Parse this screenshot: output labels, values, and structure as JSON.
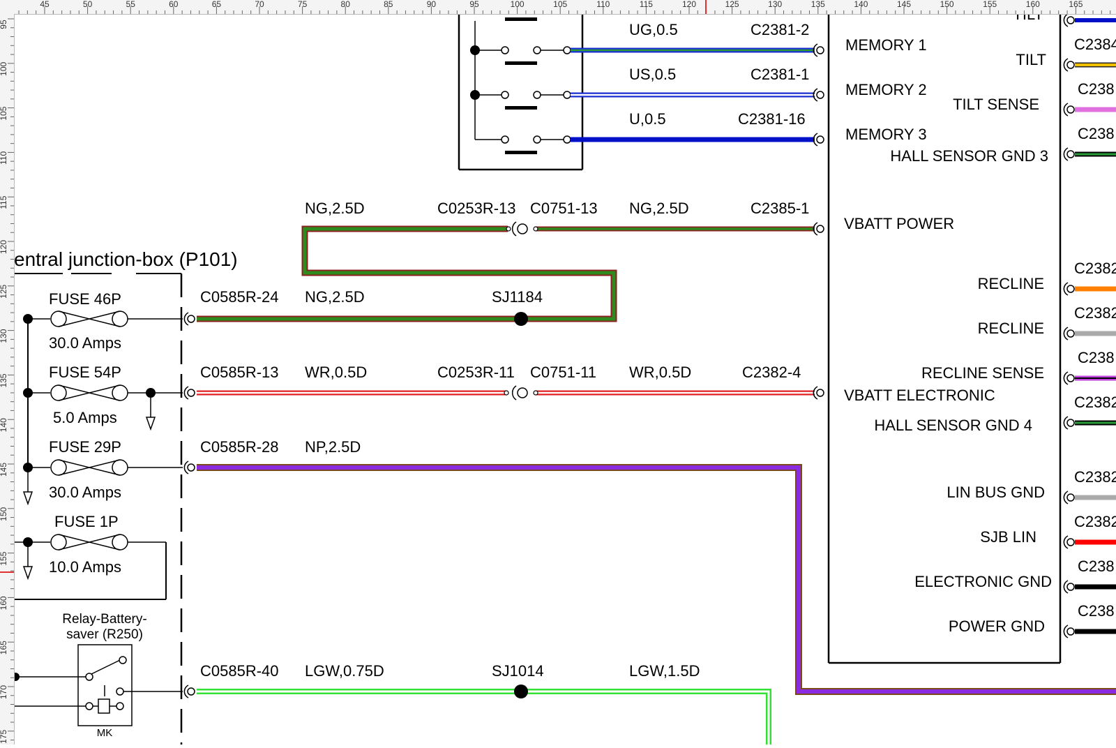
{
  "ruler": {
    "top_labels": [
      "45",
      "50",
      "55",
      "60",
      "65",
      "70",
      "75",
      "80",
      "85",
      "90",
      "95",
      "100",
      "105",
      "110",
      "115",
      "120",
      "125",
      "130",
      "135",
      "140",
      "145",
      "150",
      "155",
      "160",
      "165"
    ],
    "left_labels": [
      "95",
      "100",
      "105",
      "110",
      "115",
      "120",
      "125",
      "130",
      "135",
      "140",
      "145",
      "150",
      "155",
      "160",
      "165",
      "170",
      "175"
    ]
  },
  "colors": {
    "UG": "#2a9d3a",
    "US": "#1a2fd0",
    "U": "#0010c8",
    "NG": "#2e8b1e",
    "WR": "#e02020",
    "NP": "#8a2be2",
    "LGW": "#33e033",
    "orange": "#ff8000",
    "gray": "#aaaaaa",
    "violet": "#c040e0",
    "red": "#ff0000",
    "black": "#000000",
    "yellow": "#f0c000",
    "pink": "#e070e0"
  },
  "junction_box": {
    "title": "entral junction-box (P101)"
  },
  "fuses": [
    {
      "name": "FUSE 46P",
      "rating": "30.0 Amps"
    },
    {
      "name": "FUSE 54P",
      "rating": "5.0 Amps"
    },
    {
      "name": "FUSE 29P",
      "rating": "30.0 Amps"
    },
    {
      "name": "FUSE 1P",
      "rating": "10.0 Amps"
    }
  ],
  "relay": {
    "title_line1": "Relay-Battery-",
    "title_line2": "saver (R250)",
    "mk": "MK"
  },
  "wires": {
    "ug": {
      "spec": "UG,0.5",
      "connector": "C2381-2"
    },
    "us": {
      "spec": "US,0.5",
      "connector": "C2381-1"
    },
    "u": {
      "spec": "U,0.5",
      "connector": "C2381-16"
    },
    "ng_top": {
      "spec_left": "NG,2.5D",
      "conn_left": "C0253R-13",
      "conn_mid": "C0751-13",
      "spec_right": "NG,2.5D",
      "connector": "C2385-1"
    },
    "ng_bottom": {
      "connector": "C0585R-24",
      "spec": "NG,2.5D",
      "splice": "SJ1184"
    },
    "wr": {
      "connector": "C0585R-13",
      "spec": "WR,0.5D",
      "conn_left": "C0253R-11",
      "conn_mid": "C0751-11",
      "spec_right": "WR,0.5D",
      "conn_right": "C2382-4"
    },
    "np": {
      "connector": "C0585R-28",
      "spec": "NP,2.5D"
    },
    "lgw": {
      "connector": "C0585R-40",
      "spec": "LGW,0.75D",
      "splice": "SJ1014",
      "spec_right": "LGW,1.5D"
    }
  },
  "module_pins_left": [
    "MEMORY 1",
    "MEMORY 2",
    "MEMORY 3",
    "VBATT POWER",
    "VBATT ELECTRONIC"
  ],
  "module_pins_right": [
    "TILT",
    "TILT",
    "TILT SENSE",
    "HALL SENSOR GND 3",
    "RECLINE",
    "RECLINE",
    "RECLINE SENSE",
    "HALL SENSOR GND 4",
    "LIN BUS GND",
    "SJB LIN",
    "ELECTRONIC GND",
    "POWER GND"
  ],
  "right_connectors": [
    "C2384",
    "C238",
    "C238",
    "C2382",
    "C2382",
    "C238",
    "C2382",
    "C2382",
    "C2382",
    "C238",
    "C238"
  ]
}
